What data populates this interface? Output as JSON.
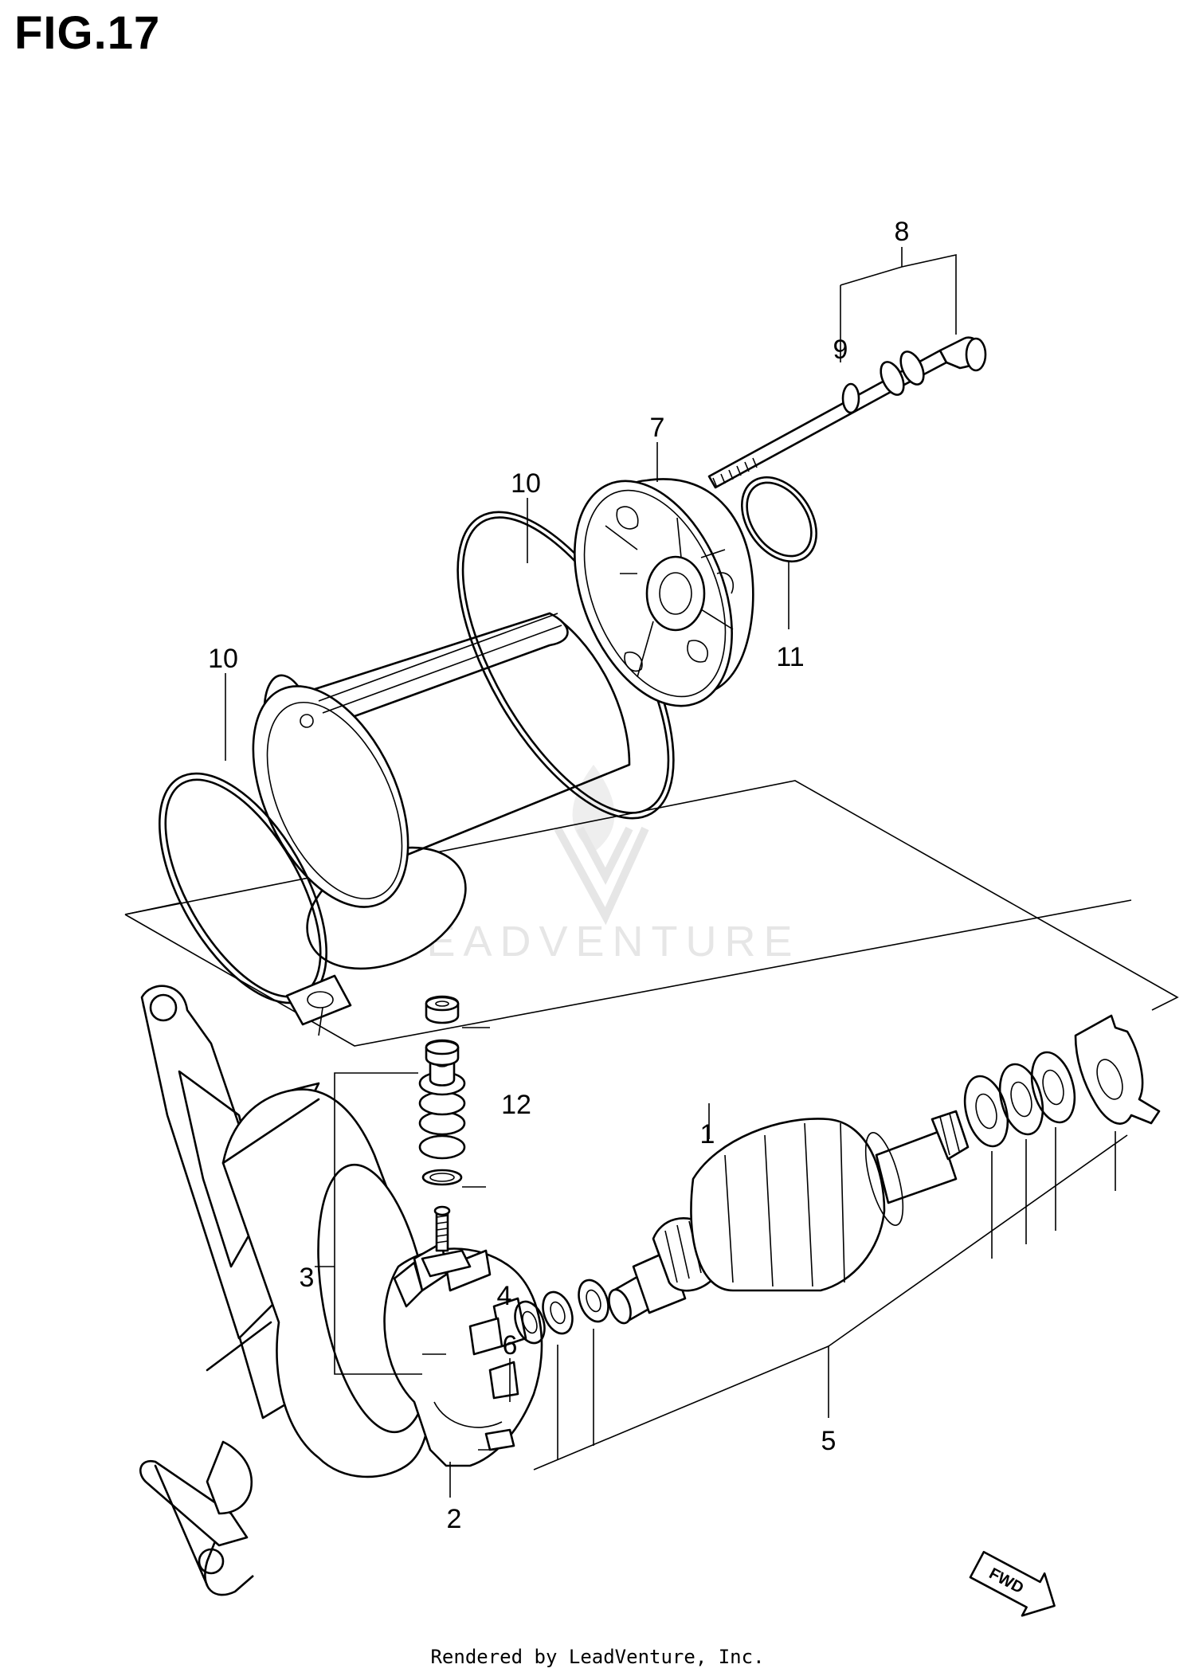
{
  "figure": {
    "title": "FIG.17"
  },
  "watermark": {
    "text": "LEADVENTURE"
  },
  "footer": {
    "text": "Rendered by LeadVenture, Inc."
  },
  "direction_badge": {
    "text": "FWD"
  },
  "callouts": {
    "c1": "1",
    "c2": "2",
    "c3": "3",
    "c4": "4",
    "c5": "5",
    "c6": "6",
    "c7": "7",
    "c8": "8",
    "c9": "9",
    "c10a": "10",
    "c10b": "10",
    "c11": "11",
    "c12": "12"
  }
}
